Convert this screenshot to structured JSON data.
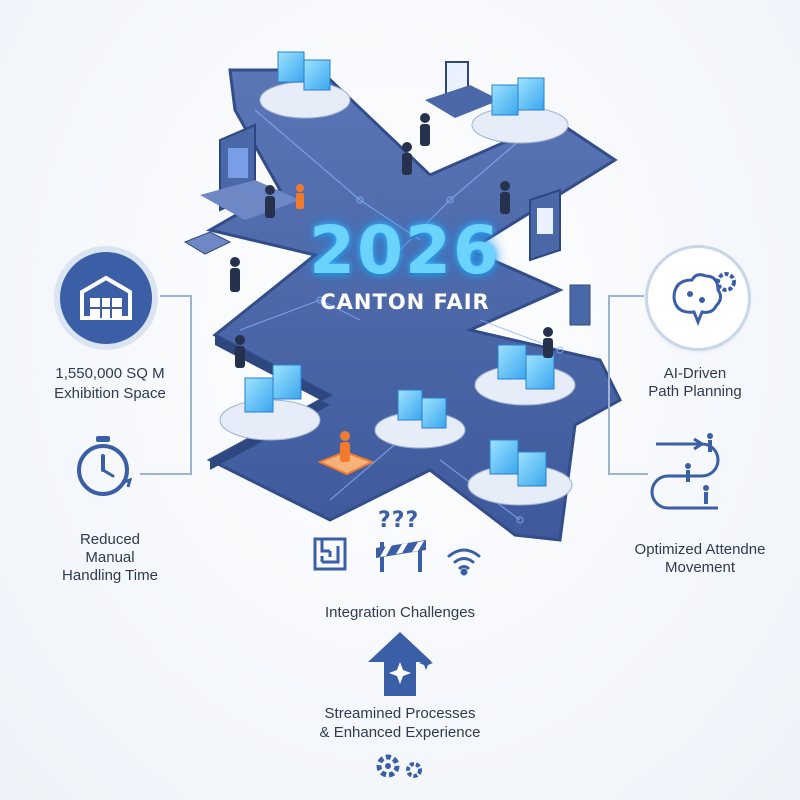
{
  "title": {
    "year": "2026",
    "name": "CANTON FAIR"
  },
  "left": {
    "space_line1": "1,550,000 SQ M",
    "space_line2": "Exhibition Space",
    "time_line1": "Reduced",
    "time_line2": "Manual",
    "time_line3": "Handling Time"
  },
  "right": {
    "ai_line1": "AI-Driven",
    "ai_line2": "Path Planning",
    "move_line1": "Optimized Attendne",
    "move_line2": "Movement"
  },
  "bottom": {
    "challenges": "Integration Challenges",
    "question_marks": "???",
    "streamlined_line1": "Streamined Processes",
    "streamlined_line2": "& Enhanced Experience"
  },
  "colors": {
    "accent": "#3b5fa6",
    "platform": "#4a67a8",
    "glow": "#6ad4ff",
    "person_orange": "#f07a2e"
  },
  "icons": [
    "warehouse-icon",
    "stopwatch-icon",
    "brain-gear-icon",
    "route-people-icon",
    "maze-icon",
    "barrier-icon",
    "wifi-icon",
    "up-arrow-sparkle-icon",
    "gears-icon"
  ]
}
